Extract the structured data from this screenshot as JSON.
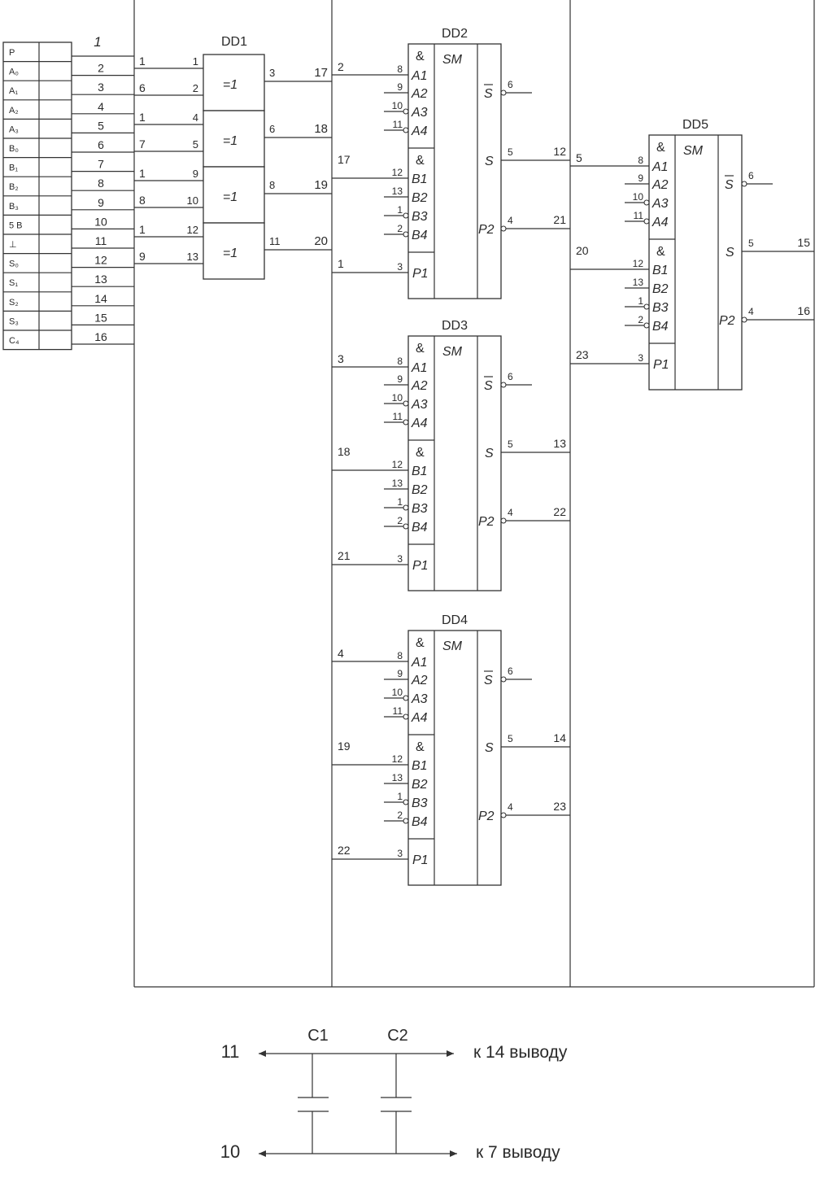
{
  "connector": {
    "signals": [
      "P",
      "A₀",
      "A₁",
      "A₂",
      "A₃",
      "B₀",
      "B₁",
      "B₂",
      "B₃",
      "5 B",
      "⊥",
      "S₀",
      "S₁",
      "S₂",
      "S₃",
      "C₄"
    ],
    "header": "1",
    "numbers": [
      "2",
      "3",
      "4",
      "5",
      "6",
      "7",
      "8",
      "9",
      "10",
      "11",
      "12",
      "13",
      "14",
      "15",
      "16"
    ]
  },
  "dd1": {
    "title": "DD1",
    "gate_label": "=1",
    "gates": [
      {
        "left_net": "1",
        "in_pin_a": "1",
        "right_net": "6",
        "in_pin_b": "2",
        "out_pin": "3",
        "out_net": "17"
      },
      {
        "left_net": "1",
        "in_pin_a": "4",
        "right_net": "7",
        "in_pin_b": "5",
        "out_pin": "6",
        "out_net": "18"
      },
      {
        "left_net": "1",
        "in_pin_a": "9",
        "right_net": "8",
        "in_pin_b": "10",
        "out_pin": "8",
        "out_net": "19"
      },
      {
        "left_net": "1",
        "in_pin_a": "12",
        "right_net": "9",
        "in_pin_b": "13",
        "out_pin": "11",
        "out_net": "20"
      }
    ]
  },
  "adder_template": {
    "and_symbol": "&",
    "function": "SM",
    "a_inputs": [
      "A1",
      "A2",
      "A3",
      "A4"
    ],
    "a_pins": [
      "8",
      "9",
      "10",
      "11"
    ],
    "b_inputs": [
      "B1",
      "B2",
      "B3",
      "B4"
    ],
    "b_pins": [
      "12",
      "13",
      "1",
      "2"
    ],
    "carry_in": "P1",
    "carry_in_pin": "3",
    "out_s_bar": "S",
    "out_s_bar_pin": "6",
    "out_s": "S",
    "out_s_pin": "5",
    "out_carry": "P2",
    "out_carry_pin": "4"
  },
  "adders": [
    {
      "title": "DD2",
      "a1_net": "2",
      "b1_net": "17",
      "p1_net": "1",
      "s_net": "12",
      "p2_net": "21"
    },
    {
      "title": "DD3",
      "a1_net": "3",
      "b1_net": "18",
      "p1_net": "21",
      "s_net": "13",
      "p2_net": "22"
    },
    {
      "title": "DD4",
      "a1_net": "4",
      "b1_net": "19",
      "p1_net": "22",
      "s_net": "14",
      "p2_net": "23"
    },
    {
      "title": "DD5",
      "a1_net": "5",
      "b1_net": "20",
      "p1_net": "23",
      "s_net": "15",
      "p2_net": "16"
    }
  ],
  "capacitors": {
    "c1": "C1",
    "c2": "C2",
    "top_label": "11",
    "bottom_label": "10",
    "top_dest": "к 14 выводу",
    "bottom_dest": "к 7 выводу"
  }
}
